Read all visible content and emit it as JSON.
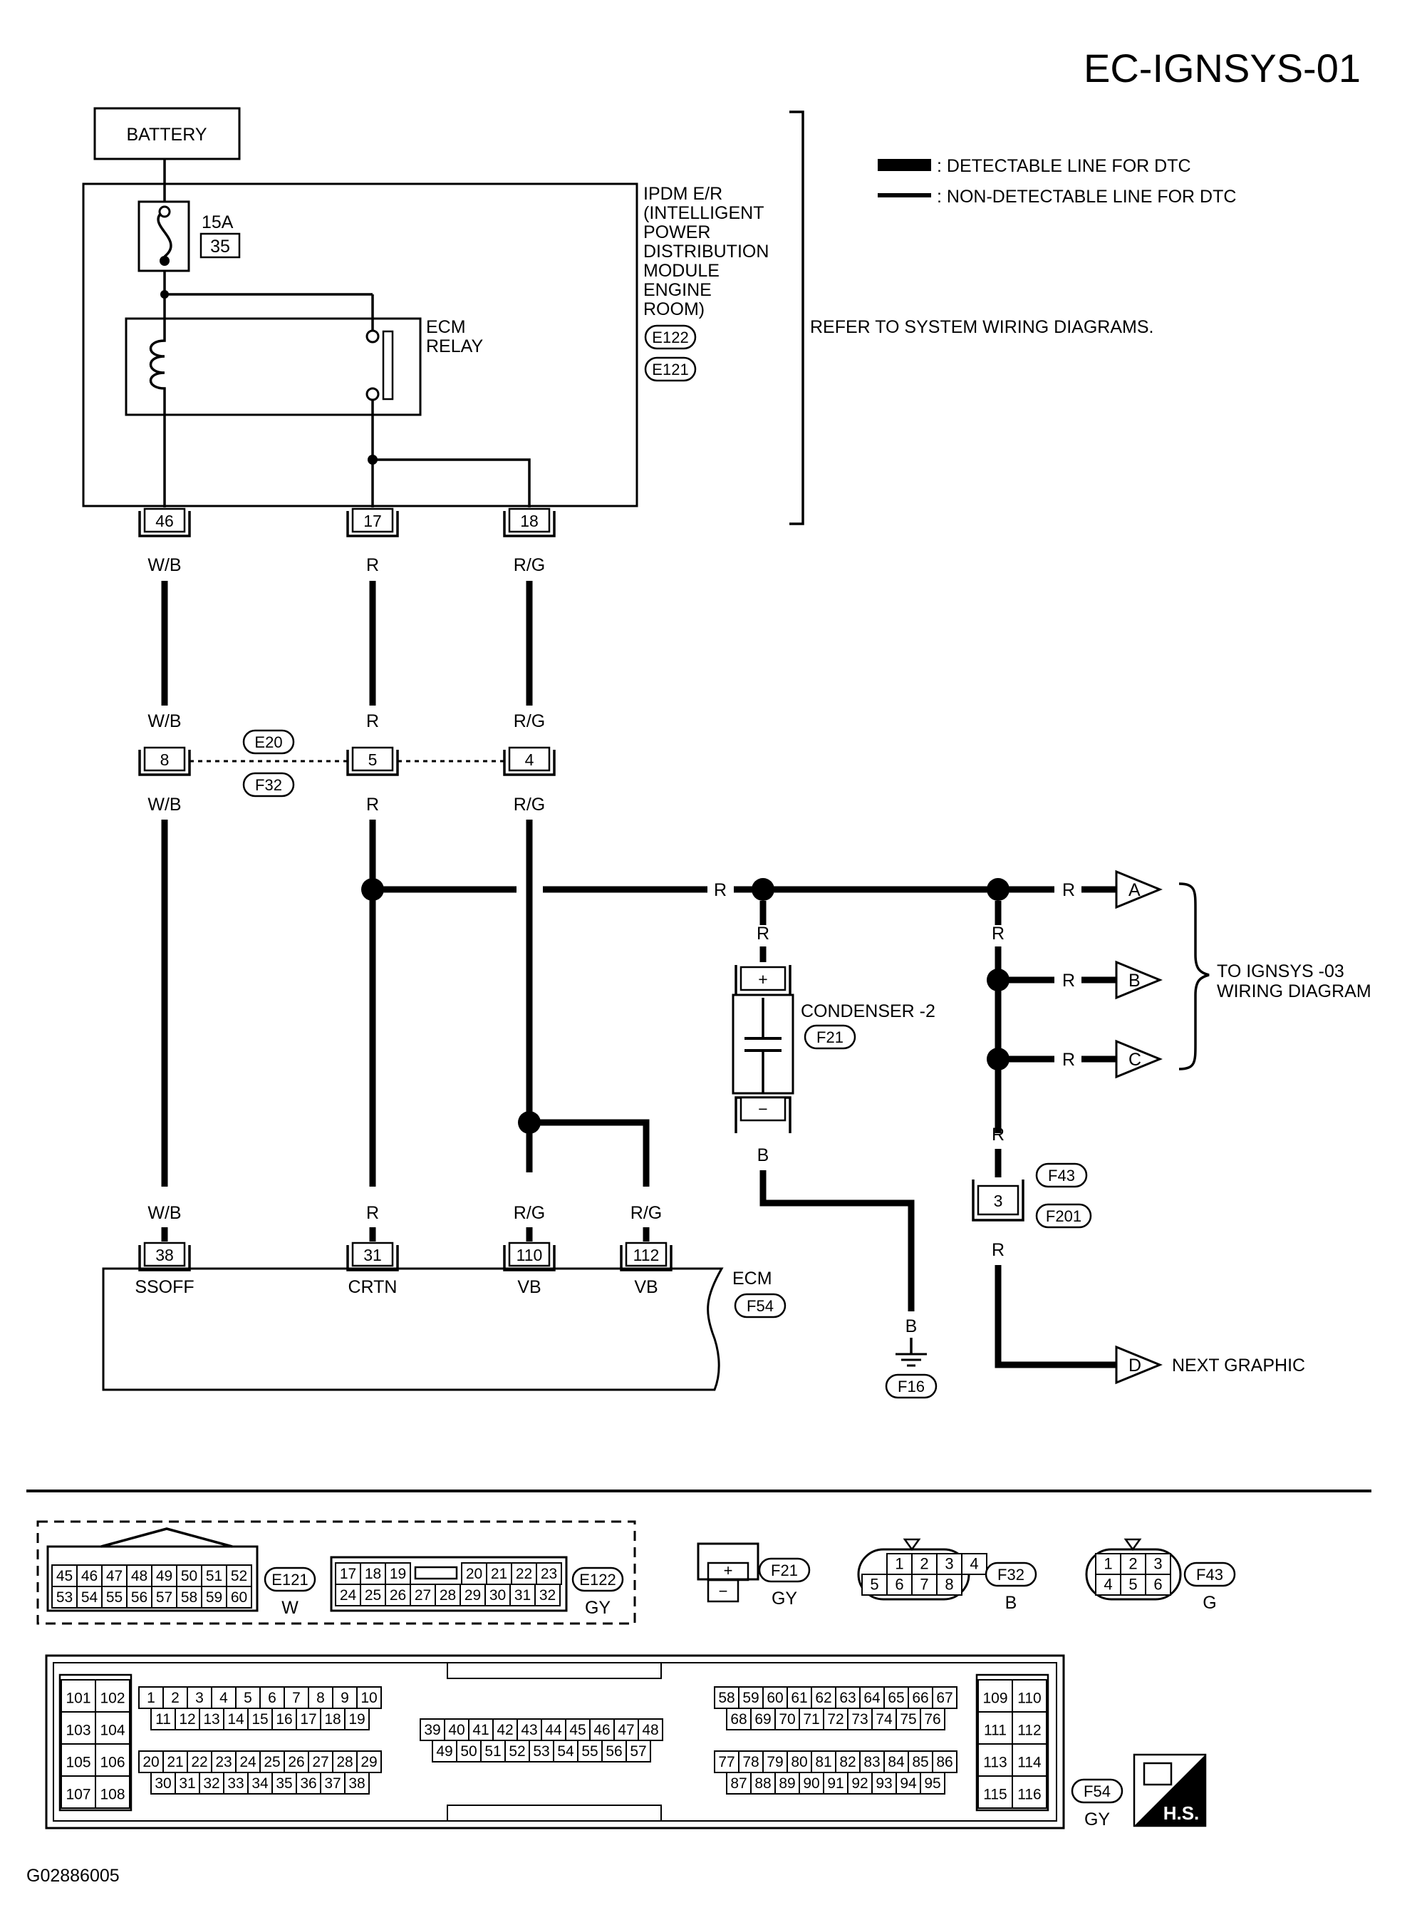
{
  "page_title": "EC-IGNSYS-01",
  "figure_id": "G02886005",
  "legend": {
    "detectable": ": DETECTABLE LINE FOR DTC",
    "non_detectable": ": NON-DETECTABLE LINE FOR DTC"
  },
  "refer_text": "REFER TO SYSTEM WIRING DIAGRAMS.",
  "battery_label": "BATTERY",
  "fuse": {
    "rating": "15A",
    "number": "35"
  },
  "ipdm": {
    "lines": [
      "IPDM E/R",
      "(INTELLIGENT",
      "POWER",
      "DISTRIBUTION",
      "MODULE",
      "ENGINE",
      "ROOM)"
    ],
    "connectors": [
      "E122",
      "E121"
    ]
  },
  "ecm_relay": [
    "ECM",
    "RELAY"
  ],
  "ipdm_pins": [
    "46",
    "17",
    "18"
  ],
  "joint": {
    "pins": [
      "8",
      "5",
      "4"
    ],
    "connectors": [
      "E20",
      "F32"
    ]
  },
  "wire_colors": {
    "wb": "W/B",
    "r": "R",
    "rg": "R/G",
    "b": "B"
  },
  "condenser": {
    "name": "CONDENSER -2",
    "connector": "F21",
    "plus": "+",
    "minus": "−"
  },
  "arrows": {
    "a": "A",
    "b": "B",
    "c": "C",
    "d": "D"
  },
  "to_ignsys": [
    "TO IGNSYS -03",
    "WIRING DIAGRAM"
  ],
  "next_graphic": "NEXT GRAPHIC",
  "f43_joint": {
    "pin": "3",
    "connectors": [
      "F43",
      "F201"
    ]
  },
  "ecm": {
    "label": "ECM",
    "connector": "F54",
    "pins": [
      "38",
      "31",
      "110",
      "112"
    ],
    "terminal_names": [
      "SSOFF",
      "CRTN",
      "VB",
      "VB"
    ]
  },
  "ground_connector": "F16",
  "connector_faces": {
    "e121": {
      "top": [
        "45",
        "46",
        "47",
        "48",
        "49",
        "50",
        "51",
        "52"
      ],
      "bottom": [
        "53",
        "54",
        "55",
        "56",
        "57",
        "58",
        "59",
        "60"
      ],
      "id": "E121",
      "color": "W"
    },
    "e122": {
      "top": [
        "17",
        "18",
        "19",
        "20",
        "21",
        "22",
        "23"
      ],
      "bottom": [
        "24",
        "25",
        "26",
        "27",
        "28",
        "29",
        "30",
        "31",
        "32"
      ],
      "id": "E122",
      "color": "GY"
    },
    "f21": {
      "id": "F21",
      "color": "GY",
      "plus": "+",
      "minus": "−"
    },
    "f32": {
      "top": [
        "1",
        "2",
        "3",
        "4"
      ],
      "bottom": [
        "5",
        "6",
        "7",
        "8"
      ],
      "id": "F32",
      "color": "B"
    },
    "f43": {
      "top": [
        "1",
        "2",
        "3"
      ],
      "bottom": [
        "4",
        "5",
        "6"
      ],
      "id": "F43",
      "color": "G"
    },
    "f54": {
      "id": "F54",
      "color": "GY",
      "left_col": [
        "101",
        "102",
        "103",
        "104",
        "105",
        "106",
        "107",
        "108"
      ],
      "g1r1": [
        "1",
        "2",
        "3",
        "4",
        "5",
        "6",
        "7",
        "8",
        "9",
        "10"
      ],
      "g1r2": [
        "11",
        "12",
        "13",
        "14",
        "15",
        "16",
        "17",
        "18",
        "19"
      ],
      "g1r3": [
        "20",
        "21",
        "22",
        "23",
        "24",
        "25",
        "26",
        "27",
        "28",
        "29"
      ],
      "g1r4": [
        "30",
        "31",
        "32",
        "33",
        "34",
        "35",
        "36",
        "37",
        "38"
      ],
      "mid_r1": [
        "39",
        "40",
        "41",
        "42",
        "43",
        "44",
        "45",
        "46",
        "47",
        "48"
      ],
      "mid_r2": [
        "49",
        "50",
        "51",
        "52",
        "53",
        "54",
        "55",
        "56",
        "57"
      ],
      "g2r1": [
        "58",
        "59",
        "60",
        "61",
        "62",
        "63",
        "64",
        "65",
        "66",
        "67"
      ],
      "g2r2": [
        "68",
        "69",
        "70",
        "71",
        "72",
        "73",
        "74",
        "75",
        "76"
      ],
      "g2r3": [
        "77",
        "78",
        "79",
        "80",
        "81",
        "82",
        "83",
        "84",
        "85",
        "86"
      ],
      "g2r4": [
        "87",
        "88",
        "89",
        "90",
        "91",
        "92",
        "93",
        "94",
        "95"
      ],
      "right_col": [
        "109",
        "110",
        "111",
        "112",
        "113",
        "114",
        "115",
        "116"
      ]
    }
  },
  "hs_badge": "H.S."
}
